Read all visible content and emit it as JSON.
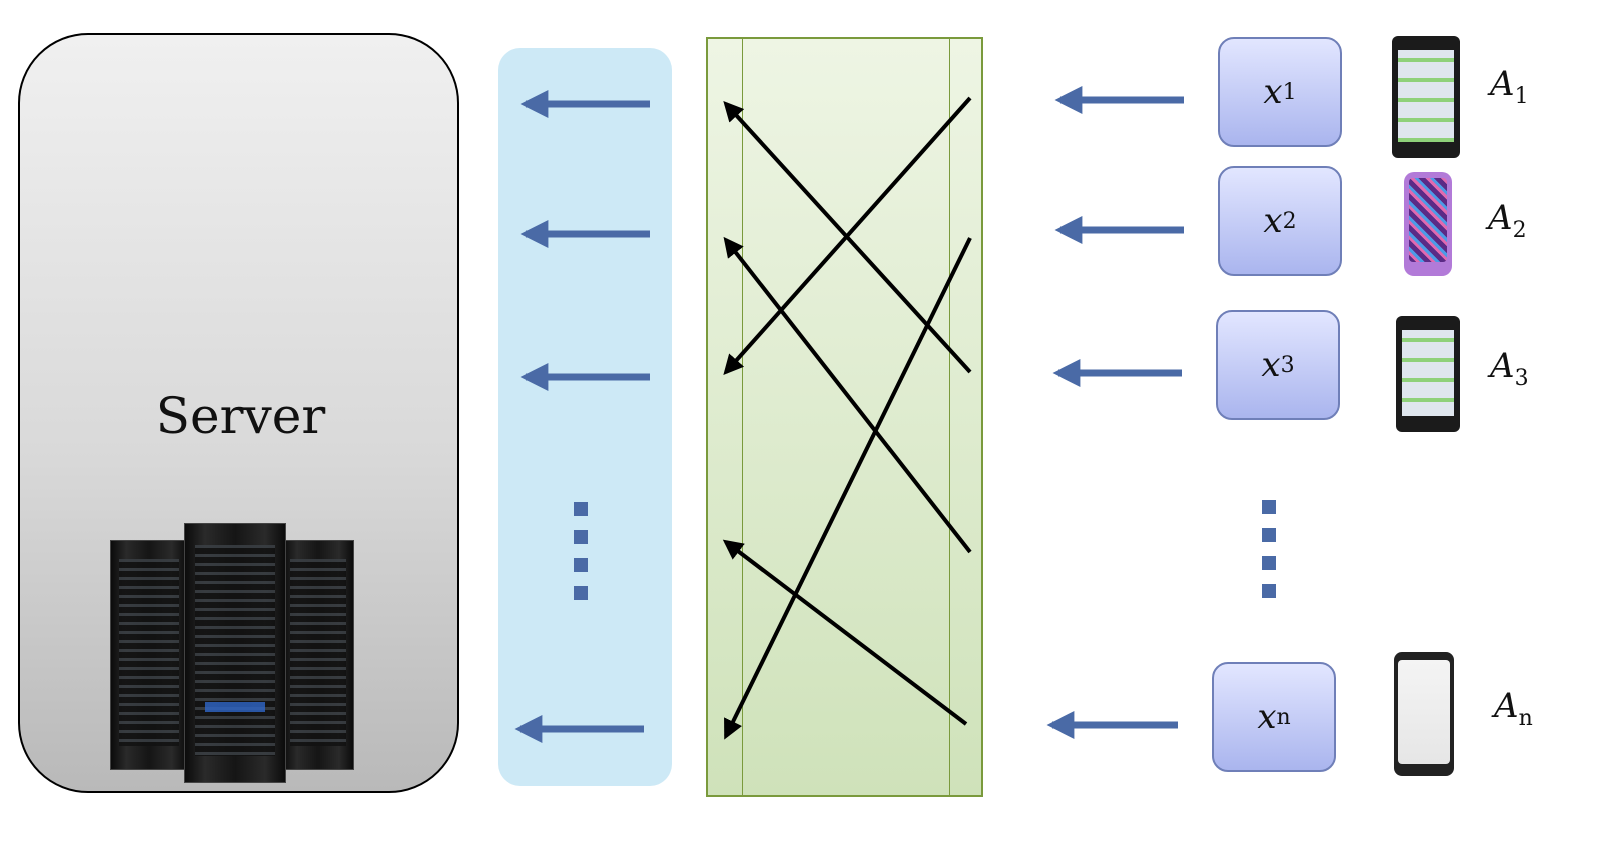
{
  "server": {
    "label": "Server",
    "icon": "server-rack-icon"
  },
  "inputs": [
    {
      "var": "x",
      "sub": "1"
    },
    {
      "var": "x",
      "sub": "2"
    },
    {
      "var": "x",
      "sub": "3"
    },
    {
      "var": "x",
      "sub": "n"
    }
  ],
  "devices": [
    {
      "var": "A",
      "sub": "1",
      "icon": "smartphone-chat-icon"
    },
    {
      "var": "A",
      "sub": "2",
      "icon": "toy-phone-icon"
    },
    {
      "var": "A",
      "sub": "3",
      "icon": "smartphone-chat-icon"
    },
    {
      "var": "A",
      "sub": "n",
      "icon": "smartphone-icon"
    }
  ],
  "colors": {
    "arrow": "#4a6aa6",
    "buffer": "#cde9f6",
    "shuffler_border": "#7a9a3c",
    "input_box": "#aab5ee"
  }
}
